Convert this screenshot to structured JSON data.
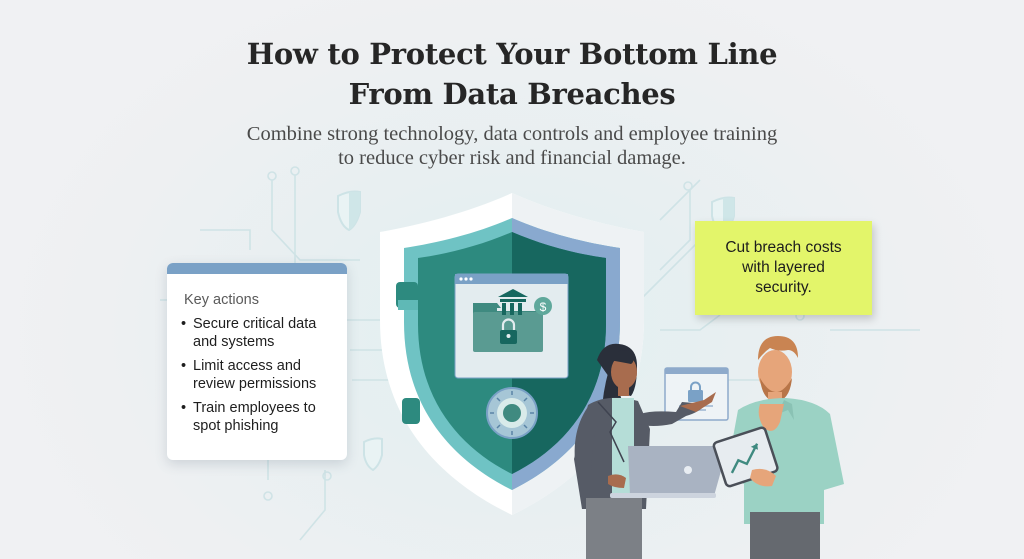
{
  "header": {
    "title_line1": "How to Protect Your Bottom Line",
    "title_line2": "From Data Breaches",
    "subtitle_line1": "Combine strong technology, data controls and employee training",
    "subtitle_line2": "to reduce cyber risk and financial damage."
  },
  "key_actions": {
    "heading": "Key actions",
    "bullet": "•",
    "items": [
      {
        "line1": "Secure critical data",
        "line2": "and systems"
      },
      {
        "line1": "Limit access and",
        "line2": "review permissions"
      },
      {
        "line1": "Train employees to",
        "line2": "spot phishing"
      }
    ]
  },
  "sticky_note": {
    "line1": "Cut breach costs",
    "line2": "with layered",
    "line3": "security."
  },
  "illustration": {
    "shield_icon": "shield-with-dial",
    "browser_icon": "bank-folder-lock",
    "currency_symbol": "$",
    "people": [
      "woman-with-laptop",
      "man-with-tablet"
    ],
    "floating_window": "lock-window",
    "tablet_chart": "trend-up-arrow"
  },
  "colors": {
    "teal_dark": "#17675f",
    "teal_mid": "#2c8a7d",
    "teal_light": "#5fb9b6",
    "blue_accent": "#7aa1c6",
    "note_yellow": "#e3f56a",
    "text_dark": "#262626"
  }
}
